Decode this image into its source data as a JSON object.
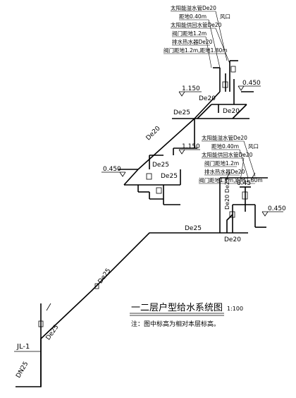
{
  "diagram": {
    "title": "一二层户型给水系统图",
    "scale": "1:100",
    "note": "注：图中标高为相对本层标高。",
    "riser_label": "JL-1",
    "inlet_pipe": "DN25",
    "pipe_sizes": {
      "main": "De25",
      "branch": "De20",
      "sub": "De20 De25"
    },
    "elevations": {
      "upper_left": "1.150",
      "upper_right": "0.450",
      "mid_left": "0.450",
      "mid_right": "1.150",
      "lower_right_a": "0.45",
      "lower_right_b": "0.450"
    },
    "callouts_upper": [
      "太阳能溢水管De20",
      "距地0.40m",
      "太阳能供回水管De20",
      "阀门距地1.2m",
      "排水热水器De20",
      "阀门距地1.2m,距地1.80m"
    ],
    "callouts_lower": [
      "太阳能溢水管De20",
      "距地0.40m",
      "太阳能供回水管De20",
      "阀门距地1.2m",
      "排水热水器De20",
      "阀门距地1.2m,距地1.80m"
    ],
    "outlet_label": "风口"
  }
}
